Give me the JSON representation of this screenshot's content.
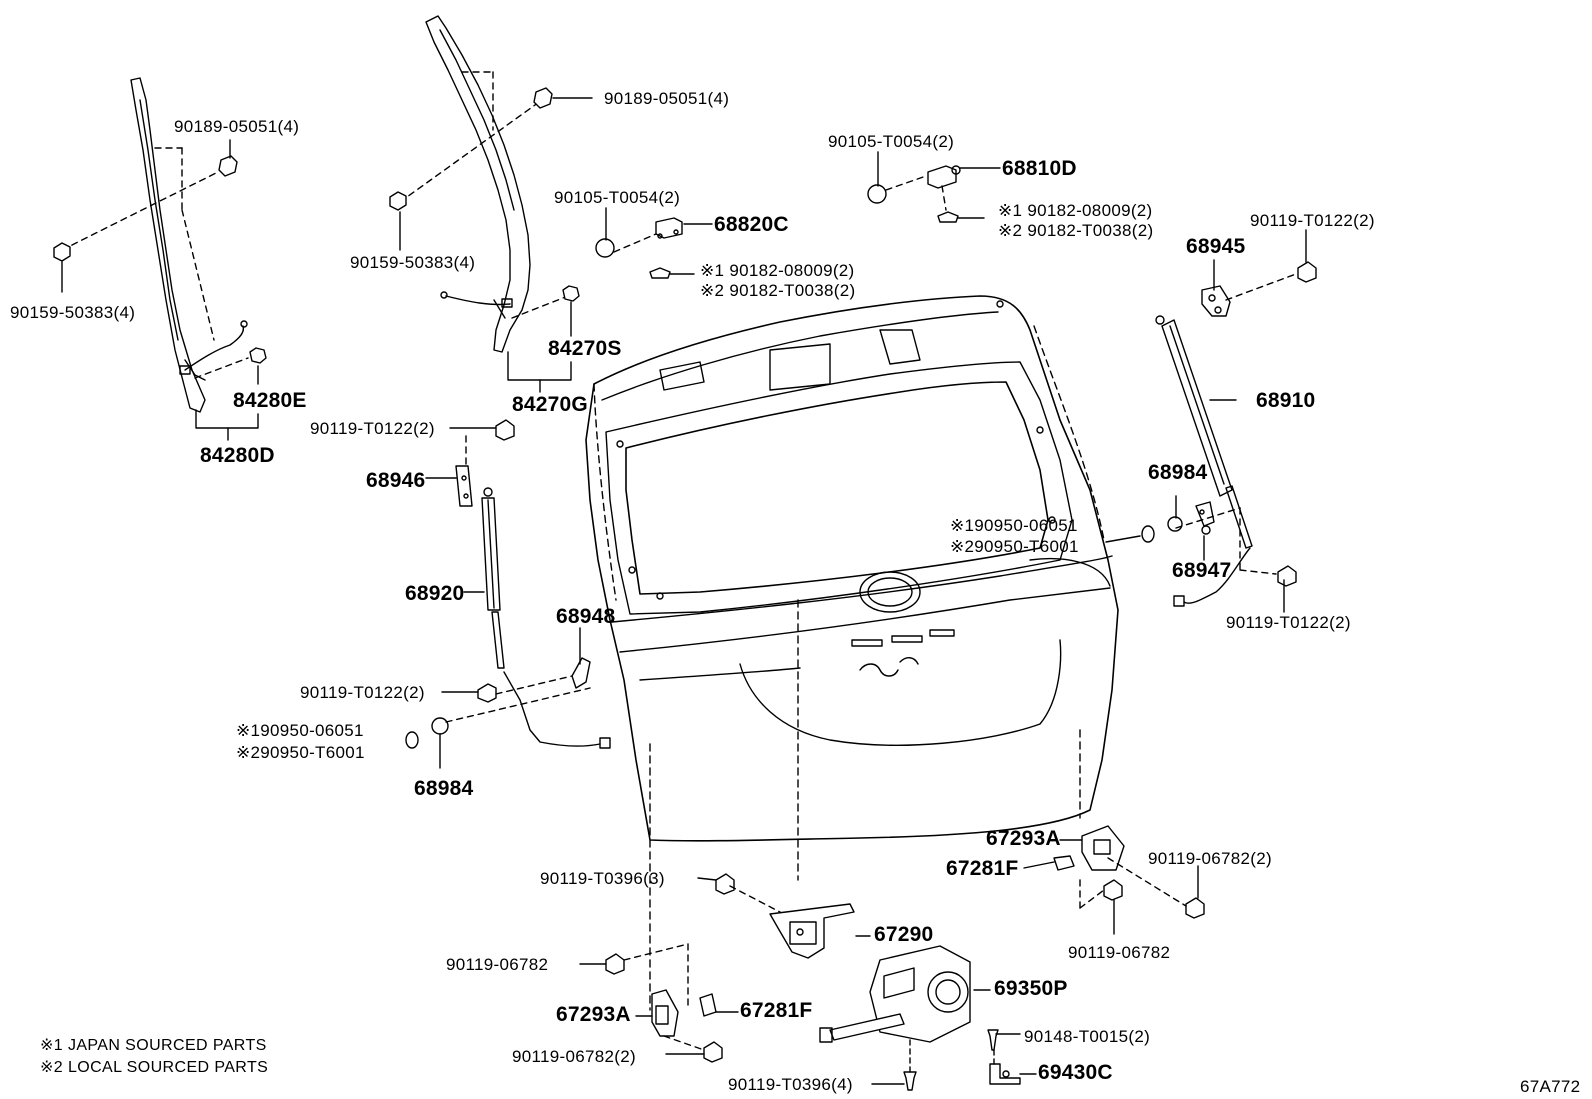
{
  "diagram": {
    "labels": {
      "p90189_05051_left": "90189-05051(4)",
      "p90189_05051_mid": "90189-05051(4)",
      "p90159_50383_left": "90159-50383(4)",
      "p90159_50383_mid": "90159-50383(4)",
      "p84280E": "84280E",
      "p84280D": "84280D",
      "p84270S": "84270S",
      "p84270G": "84270G",
      "p90105_T0054_a": "90105-T0054(2)",
      "p90105_T0054_b": "90105-T0054(2)",
      "p68820C": "68820C",
      "p68810D": "68810D",
      "p90182_a1": "※1 90182-08009(2)",
      "p90182_a2": "※2 90182-T0038(2)",
      "p90182_b1": "※1 90182-08009(2)",
      "p90182_b2": "※2 90182-T0038(2)",
      "p90119_T0122_tr": "90119-T0122(2)",
      "p68945": "68945",
      "p68910": "68910",
      "p90119_T0122_l": "90119-T0122(2)",
      "p68946": "68946",
      "p68984_r": "68984",
      "p90950_r1": "※190950-06051",
      "p90950_r2": "※290950-T6001",
      "p68947": "68947",
      "p90119_T0122_r": "90119-T0122(2)",
      "p68920": "68920",
      "p68948": "68948",
      "p90119_T0122_bl": "90119-T0122(2)",
      "p90950_l1": "※190950-06051",
      "p90950_l2": "※290950-T6001",
      "p68984_l": "68984",
      "p67293A_r": "67293A",
      "p67281F_r": "67281F",
      "p90119_06782_r2": "90119-06782(2)",
      "p90119_T0396_3": "90119-T0396(3)",
      "p67290": "67290",
      "p90119_06782_r": "90119-06782",
      "p90119_06782_l": "90119-06782",
      "p69350P": "69350P",
      "p67293A_l": "67293A",
      "p67281F_l": "67281F",
      "p90148_T0015": "90148-T0015(2)",
      "p90119_06782_l2": "90119-06782(2)",
      "p90119_T0396_4": "90119-T0396(4)",
      "p69430C": "69430C"
    },
    "notes": {
      "note1": "※1 JAPAN SOURCED PARTS",
      "note2": "※2 LOCAL SOURCED PARTS"
    },
    "figure_code": "67A772"
  }
}
